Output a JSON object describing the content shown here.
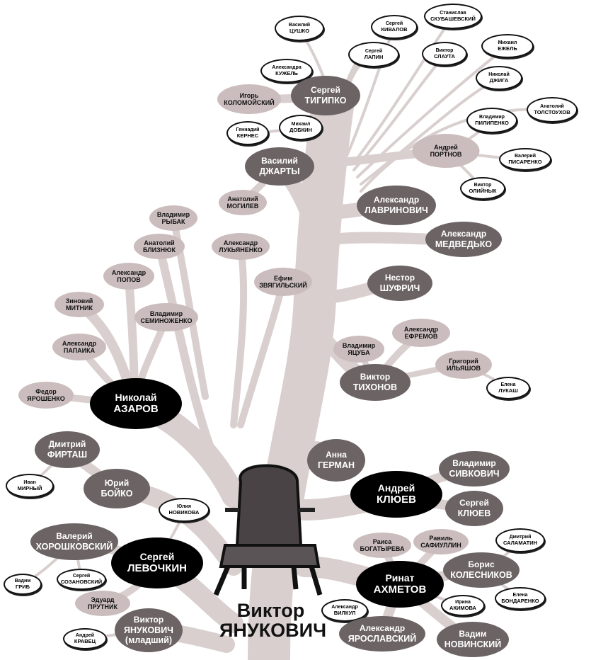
{
  "center": {
    "first": "Виктор",
    "last": "ЯНУКОВИЧ"
  },
  "nodes": [
    {
      "first": "Василий",
      "last": "ЦУШКО"
    },
    {
      "first": "Сергей",
      "last": "КИВАЛОВ"
    },
    {
      "first": "Станислав",
      "last": "СКУБАШЕВСКИЙ"
    },
    {
      "first": "Сергей",
      "last": "ЛАПИН"
    },
    {
      "first": "Виктор",
      "last": "СЛАУТА"
    },
    {
      "first": "Михаил",
      "last": "ЕЖЕЛЬ"
    },
    {
      "first": "Николай",
      "last": "ДЖИГА"
    },
    {
      "first": "Анатолий",
      "last": "ТОЛСТОУХОВ"
    },
    {
      "first": "Александра",
      "last": "КУЖЕЛЬ"
    },
    {
      "first": "Игорь",
      "last": "КОЛОМОЙСКИЙ"
    },
    {
      "first": "Сергей",
      "last": "ТИГИПКО"
    },
    {
      "first": "Геннадий",
      "last": "КЕРНЕС"
    },
    {
      "first": "Михаил",
      "last": "ДОБКИН"
    },
    {
      "first": "Владимир",
      "last": "ПИЛИПЕНКО"
    },
    {
      "first": "Андрей",
      "last": "ПОРТНОВ"
    },
    {
      "first": "Валерий",
      "last": "ПИСАРЕНКО"
    },
    {
      "first": "Виктор",
      "last": "ОЛИЙНЫК"
    },
    {
      "first": "Василий",
      "last": "ДЖАРТЫ"
    },
    {
      "first": "Анатолий",
      "last": "МОГИЛЕВ"
    },
    {
      "first": "Александр",
      "last": "ЛАВРИНОВИЧ"
    },
    {
      "first": "Владимир",
      "last": "РЫБАК"
    },
    {
      "first": "Александр",
      "last": "МЕДВЕДЬКО"
    },
    {
      "first": "Анатолий",
      "last": "БЛИЗНЮК"
    },
    {
      "first": "Александр",
      "last": "ЛУКЬЯНЕНКО"
    },
    {
      "first": "Александр",
      "last": "ПОПОВ"
    },
    {
      "first": "Ефим",
      "last": "ЗВЯГИЛЬСКИЙ"
    },
    {
      "first": "Нестор",
      "last": "ШУФРИЧ"
    },
    {
      "first": "Зиновий",
      "last": "МИТНИК"
    },
    {
      "first": "Владимир",
      "last": "СЕМИНОЖЕНКО"
    },
    {
      "first": "Александр",
      "last": "ЕФРЕМОВ"
    },
    {
      "first": "Владимир",
      "last": "ЯЦУБА"
    },
    {
      "first": "Григорий",
      "last": "ИЛЬЯШОВ"
    },
    {
      "first": "Александр",
      "last": "ПАПАИКА"
    },
    {
      "first": "Виктор",
      "last": "ТИХОНОВ"
    },
    {
      "first": "Елена",
      "last": "ЛУКАШ"
    },
    {
      "first": "Федор",
      "last": "ЯРОШЕНКО"
    },
    {
      "first": "Николай",
      "last": "АЗАРОВ"
    },
    {
      "first": "Дмитрий",
      "last": "ФИРТАШ"
    },
    {
      "first": "Анна",
      "last": "ГЕРМАН"
    },
    {
      "first": "Владимир",
      "last": "СИВКОВИЧ"
    },
    {
      "first": "Иван",
      "last": "МИРНЫЙ"
    },
    {
      "first": "Юрий",
      "last": "БОЙКО"
    },
    {
      "first": "Андрей",
      "last": "КЛЮЕВ"
    },
    {
      "first": "Сергей",
      "last": "КЛЮЕВ"
    },
    {
      "first": "Юлия",
      "last": "НОВИКОВА"
    },
    {
      "first": "Валерий",
      "last": "ХОРОШКОВСКИЙ"
    },
    {
      "first": "Сергей",
      "last": "ЛЕВОЧКИН"
    },
    {
      "first": "Раиса",
      "last": "БОГАТЫРЕВА"
    },
    {
      "first": "Равиль",
      "last": "САФИУЛЛИН"
    },
    {
      "first": "Дмитрий",
      "last": "САЛАМАТИН"
    },
    {
      "first": "Борис",
      "last": "КОЛЕСНИКОВ"
    },
    {
      "first": "Ринат",
      "last": "АХМЕТОВ"
    },
    {
      "first": "Вадим",
      "last": "ГРИБ"
    },
    {
      "first": "Сергей",
      "last": "СОЗАНОВСКИЙ"
    },
    {
      "first": "Эдуард",
      "last": "ПРУТНИК"
    },
    {
      "first": "Ирина",
      "last": "АКИМОВА"
    },
    {
      "first": "Елена",
      "last": "БОНДАРЕНКО"
    },
    {
      "first": "Александр",
      "last": "ВИЛКУЛ"
    },
    {
      "first": "Виктор",
      "last": "ЯНУКОВИЧ (младший)"
    },
    {
      "first": "Андрей",
      "last": "КРАВЕЦ"
    },
    {
      "first": "Александр",
      "last": "ЯРОСЛАВСКИЙ"
    },
    {
      "first": "Вадим",
      "last": "НОВИНСКИЙ"
    }
  ]
}
